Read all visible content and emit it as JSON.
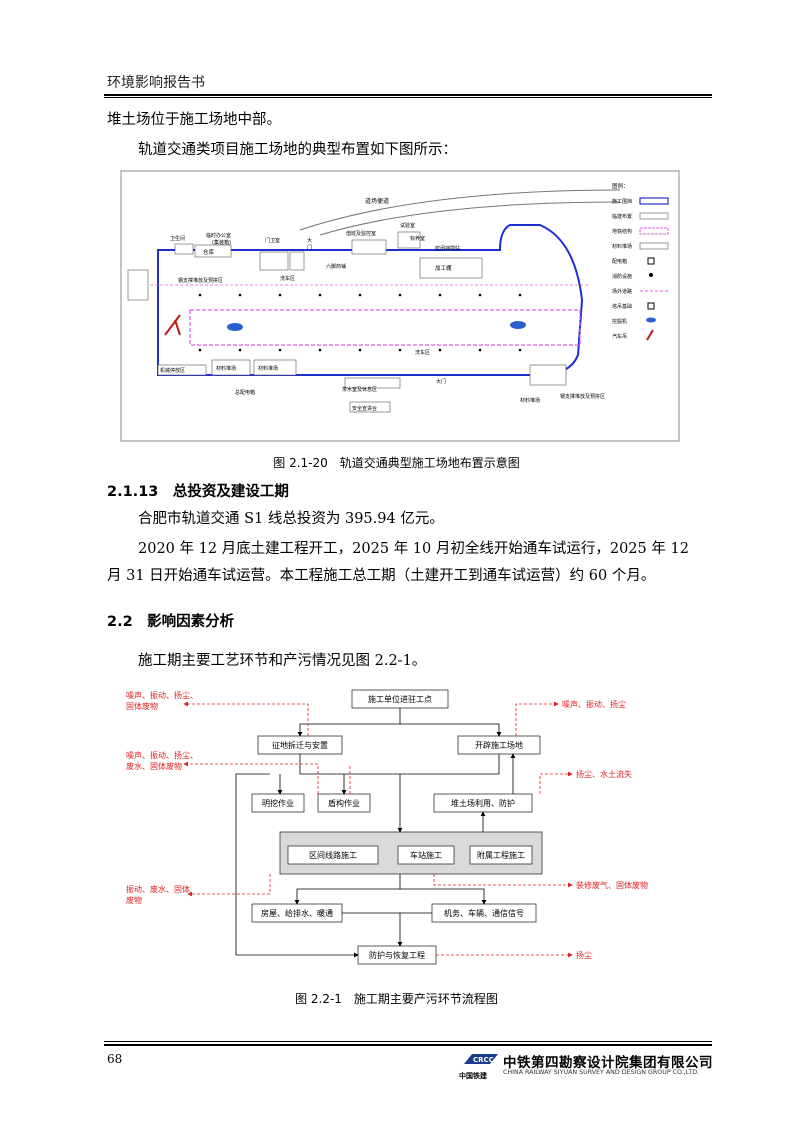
{
  "header": {
    "title": "环境影响报告书"
  },
  "paragraphs": {
    "p1": "堆土场位于施工场地中部。",
    "p2": "轨道交通类项目施工场地的典型布置如下图所示：",
    "p3": "合肥市轨道交通 S1 线总投资为 395.94 亿元。",
    "p4a": "2020 年 12 月底土建工程开工，2025 年 10 月初全线开始通车试运行，2025 年 12",
    "p4b": "月 31 日开始通车试运营。本工程施工总工期（土建开工到通车试运营）约 60 个月。",
    "p5": "施工期主要工艺环节和产污情况见图 2.2-1。"
  },
  "headings": {
    "h1": "2.1.13　总投资及建设工期",
    "h2": "2.2　影响因素分析"
  },
  "figure1": {
    "caption": "图 2.1-20　轨道交通典型施工场地布置示意图",
    "labels": {
      "road": "道场便道",
      "guard": "卫生间",
      "warehouse": "仓库",
      "office": "临时办公室\n(集装箱)",
      "gate_guard": "门卫室",
      "gate1": "大门",
      "car_wash1": "洗车区",
      "dorm": "值班及监控室",
      "lab": "试验室",
      "sample": "标养室",
      "mixing": "密闭拌搅站",
      "workshop": "加工棚",
      "rebar_area": "钢支撑堆放及预拼区",
      "machine_park": "机械停放区",
      "material1": "材料堆场",
      "material2": "材料堆场",
      "power": "总配电箱",
      "car_wash2": "洗车区",
      "gate2": "大门",
      "rest": "茶水室及休息区",
      "safety": "安全宣讲台",
      "material3": "材料堆场",
      "rebar_area2": "钢支撑堆放及预拼区",
      "cement": "六脚商铺"
    },
    "legend_title": "图例：",
    "legend": [
      "施工围挡",
      "临建布置",
      "地铁结构",
      "材料堆场",
      "配电箱",
      "消防设施",
      "场外道路",
      "塔吊基础",
      "挖掘机",
      "汽车吊"
    ]
  },
  "figure2": {
    "caption": "图 2.2-1　施工期主要产污环节流程图",
    "boxes": {
      "b1": "施工单位进驻工点",
      "b2": "征地拆迁与安置",
      "b3": "开辟施工场地",
      "b4": "明挖作业",
      "b5": "盾构作业",
      "b6": "堆土场利用、防护",
      "b7": "区间线路施工",
      "b8": "车站施工",
      "b9": "附属工程施工",
      "b10": "房屋、给排水、暖通",
      "b11": "机务、车辆、通信信号",
      "b12": "防护与恢复工程"
    },
    "pollution": {
      "r1a": "噪声、振动、扬尘、",
      "r1b": "固体废物",
      "r2a": "噪声、振动、扬尘、",
      "r2b": "废水、固体废物",
      "r3": "噪声、振动、扬尘",
      "r4": "扬尘、水土流失",
      "r5a": "振动、废水、固体",
      "r5b": "废物",
      "r6": "装修废气、固体废物",
      "r7": "扬尘"
    }
  },
  "footer": {
    "page_number": "68",
    "company_cn": "中铁第四勘察设计院集团有限公司",
    "company_en": "CHINA RAILWAY SIYUAN SURVEY AND DESIGN GROUP CO.,LTD.",
    "logo_text": "中国铁建"
  },
  "colors": {
    "fence": "#1d2fd0",
    "structure": "#e060e0",
    "pollution": "#e02020",
    "box_fill": "#d9d9d9",
    "logo": "#1a3c8c"
  }
}
